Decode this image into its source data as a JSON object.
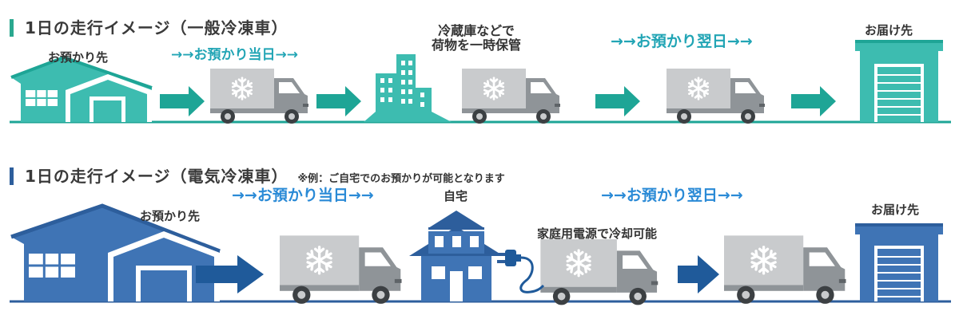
{
  "colors": {
    "teal": "#3dbcb0",
    "teal_dark": "#1ea596",
    "teal_text": "#22a5b5",
    "blue": "#3f74b5",
    "blue_dark": "#2d5e9c",
    "blue_arrow": "#1f5a9a",
    "blue_text": "#2a8ad6",
    "truck_gray": "#c9cbcd",
    "truck_cab": "#8f9498",
    "snowflake": "#ffffff"
  },
  "sections": {
    "general": {
      "title": "1日の走行イメージ（一般冷凍車）",
      "labels": {
        "pickup": "お預かり先",
        "same_day": "→→お預かり当日→→",
        "warehouse": "冷蔵庫などで\n荷物を一時保管",
        "next_day": "→→お預かり翌日→→",
        "destination": "お届け先"
      },
      "icons": [
        "warehouse-icon",
        "arrow-icon",
        "refrigerated-truck-icon",
        "arrow-icon",
        "office-building-icon",
        "refrigerated-truck-icon",
        "arrow-icon",
        "refrigerated-truck-icon",
        "arrow-icon",
        "destination-building-icon"
      ]
    },
    "electric": {
      "title": "1日の走行イメージ（電気冷凍車）",
      "note": "※例：ご自宅でのお預かりが可能となります",
      "labels": {
        "pickup": "お預かり先",
        "same_day": "→→お預かり当日→→",
        "home": "自宅",
        "home_power": "家庭用電源で冷却可能",
        "next_day": "→→お預かり翌日→→",
        "destination": "お届け先"
      },
      "icons": [
        "warehouse-icon",
        "arrow-icon",
        "refrigerated-truck-icon",
        "house-icon",
        "power-plug-icon",
        "refrigerated-truck-icon",
        "arrow-icon",
        "refrigerated-truck-icon",
        "destination-building-icon"
      ]
    }
  }
}
